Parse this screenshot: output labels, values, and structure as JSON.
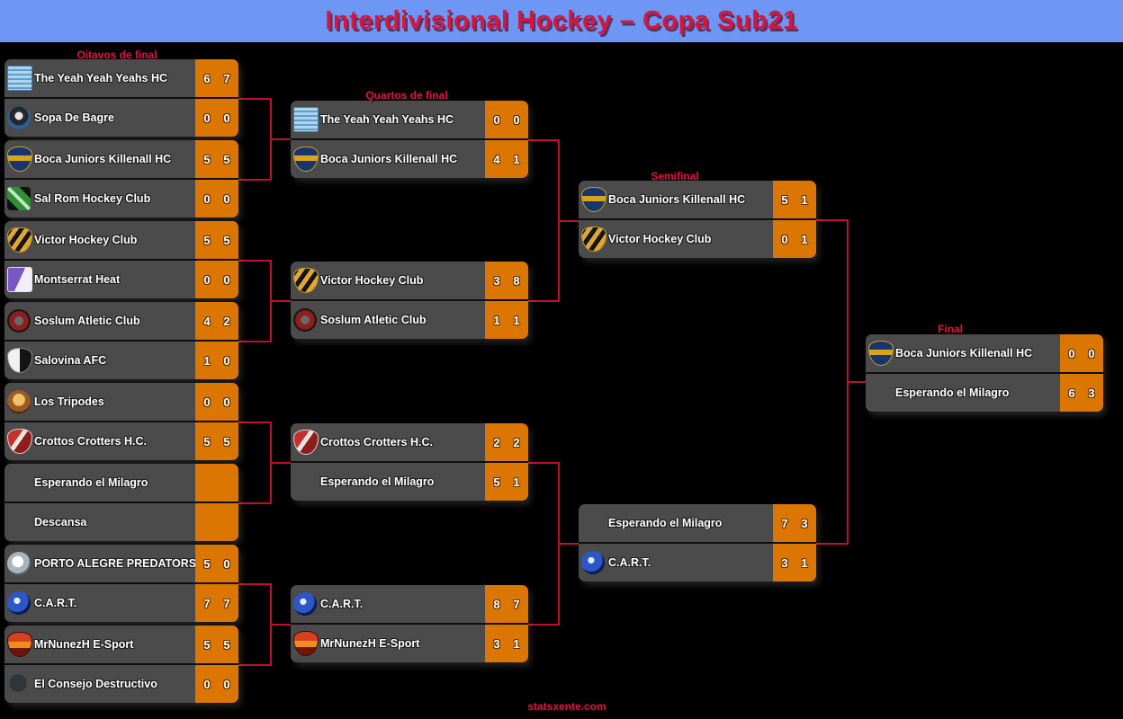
{
  "title": "Interdivisional Hockey – Copa Sub21",
  "watermark": "statsxente.com",
  "colors": {
    "header_bg": "#6d96f5",
    "accent": "#d5173e",
    "connector": "#c01030",
    "row_bg": "#4b4b4b",
    "score_bg": "#dc7602",
    "text": "#ffffff"
  },
  "rounds": [
    {
      "label": "Oitavos de final",
      "matches": [
        {
          "teams": [
            {
              "name": "The Yeah Yeah Yeahs HC",
              "logo": "yeah",
              "s1": "6",
              "s2": "7"
            },
            {
              "name": "Sopa De Bagre",
              "logo": "sopa",
              "s1": "0",
              "s2": "0"
            }
          ]
        },
        {
          "teams": [
            {
              "name": "Boca Juniors Killenall HC",
              "logo": "boca",
              "s1": "5",
              "s2": "5"
            },
            {
              "name": "Sal Rom Hockey Club",
              "logo": "salrom",
              "s1": "0",
              "s2": "0"
            }
          ]
        },
        {
          "teams": [
            {
              "name": "Victor Hockey Club",
              "logo": "victor",
              "s1": "5",
              "s2": "5"
            },
            {
              "name": "Montserrat Heat",
              "logo": "montserrat",
              "s1": "0",
              "s2": "0"
            }
          ]
        },
        {
          "teams": [
            {
              "name": "Soslum Atletic Club",
              "logo": "soslum",
              "s1": "4",
              "s2": "2"
            },
            {
              "name": "Salovina AFC",
              "logo": "salovina",
              "s1": "1",
              "s2": "0"
            }
          ]
        },
        {
          "teams": [
            {
              "name": "Los Tripodes",
              "logo": "tripodes",
              "s1": "0",
              "s2": "0"
            },
            {
              "name": "Crottos Crotters H.C.",
              "logo": "crottos",
              "s1": "5",
              "s2": "5"
            }
          ]
        },
        {
          "teams": [
            {
              "name": "Esperando el Milagro",
              "logo": "",
              "s1": "",
              "s2": ""
            },
            {
              "name": "Descansa",
              "logo": "",
              "s1": "",
              "s2": ""
            }
          ]
        },
        {
          "teams": [
            {
              "name": "PORTO ALEGRE PREDATORS",
              "logo": "porto",
              "s1": "5",
              "s2": "0"
            },
            {
              "name": "C.A.R.T.",
              "logo": "cart",
              "s1": "7",
              "s2": "7"
            }
          ]
        },
        {
          "teams": [
            {
              "name": "MrNunezH E-Sport",
              "logo": "nunez",
              "s1": "5",
              "s2": "5"
            },
            {
              "name": "El Consejo Destructivo",
              "logo": "consejo",
              "s1": "0",
              "s2": "0"
            }
          ]
        }
      ]
    },
    {
      "label": "Quartos de final",
      "matches": [
        {
          "teams": [
            {
              "name": "The Yeah Yeah Yeahs HC",
              "logo": "yeah",
              "s1": "0",
              "s2": "0"
            },
            {
              "name": "Boca Juniors Killenall HC",
              "logo": "boca",
              "s1": "4",
              "s2": "1"
            }
          ]
        },
        {
          "teams": [
            {
              "name": "Victor Hockey Club",
              "logo": "victor",
              "s1": "3",
              "s2": "8"
            },
            {
              "name": "Soslum Atletic Club",
              "logo": "soslum",
              "s1": "1",
              "s2": "1"
            }
          ]
        },
        {
          "teams": [
            {
              "name": "Crottos Crotters H.C.",
              "logo": "crottos",
              "s1": "2",
              "s2": "2"
            },
            {
              "name": "Esperando el Milagro",
              "logo": "",
              "s1": "5",
              "s2": "1"
            }
          ]
        },
        {
          "teams": [
            {
              "name": "C.A.R.T.",
              "logo": "cart",
              "s1": "8",
              "s2": "7"
            },
            {
              "name": "MrNunezH E-Sport",
              "logo": "nunez",
              "s1": "3",
              "s2": "1"
            }
          ]
        }
      ]
    },
    {
      "label": "Semifinal",
      "matches": [
        {
          "teams": [
            {
              "name": "Boca Juniors Killenall HC",
              "logo": "boca",
              "s1": "5",
              "s2": "1"
            },
            {
              "name": "Victor Hockey Club",
              "logo": "victor",
              "s1": "0",
              "s2": "1"
            }
          ]
        },
        {
          "teams": [
            {
              "name": "Esperando el Milagro",
              "logo": "",
              "s1": "7",
              "s2": "3"
            },
            {
              "name": "C.A.R.T.",
              "logo": "cart",
              "s1": "3",
              "s2": "1"
            }
          ]
        }
      ]
    },
    {
      "label": "Final",
      "matches": [
        {
          "teams": [
            {
              "name": "Boca Juniors Killenall HC",
              "logo": "boca",
              "s1": "0",
              "s2": "0"
            },
            {
              "name": "Esperando el Milagro",
              "logo": "",
              "s1": "6",
              "s2": "3"
            }
          ]
        }
      ]
    }
  ]
}
